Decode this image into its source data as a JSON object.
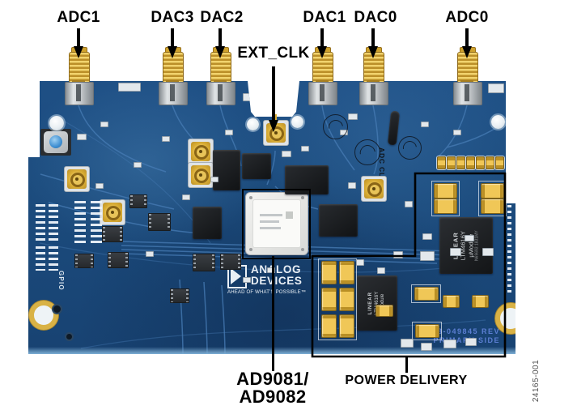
{
  "figure_number": "24165-001",
  "callouts": {
    "top": [
      {
        "label": "ADC1"
      },
      {
        "label": "DAC3"
      },
      {
        "label": "DAC2"
      },
      {
        "label": "DAC1"
      },
      {
        "label": "DAC0"
      },
      {
        "label": "ADC0"
      }
    ],
    "ext_clk": {
      "label": "EXT_CLK"
    },
    "chip": {
      "line1": "AD9081/",
      "line2": "AD9082"
    },
    "power": {
      "label": "POWER DELIVERY"
    }
  },
  "board": {
    "silkscreen": {
      "adc_clkout": "ADC CLKOUT",
      "gpio": "GPIO",
      "part_number": "08-049845 REV",
      "side": "PRIMARY SIDE"
    },
    "logo": {
      "name_line1": "ANALOG",
      "name_line2": "DEVICES",
      "tagline": "AHEAD OF WHAT'S POSSIBLE™"
    },
    "power_module": {
      "brand": "LINEAR",
      "part": "LTM4616Y",
      "package": "µModule",
      "lot": "N69693 1831MY"
    }
  },
  "colors": {
    "board_blue": "#1c4c7e",
    "trace_blue": "#477cb5",
    "gold": "#e3b93f",
    "silver": "#c9ccce",
    "callout_black": "#000000",
    "silkscreen_white": "#e9eff5"
  }
}
